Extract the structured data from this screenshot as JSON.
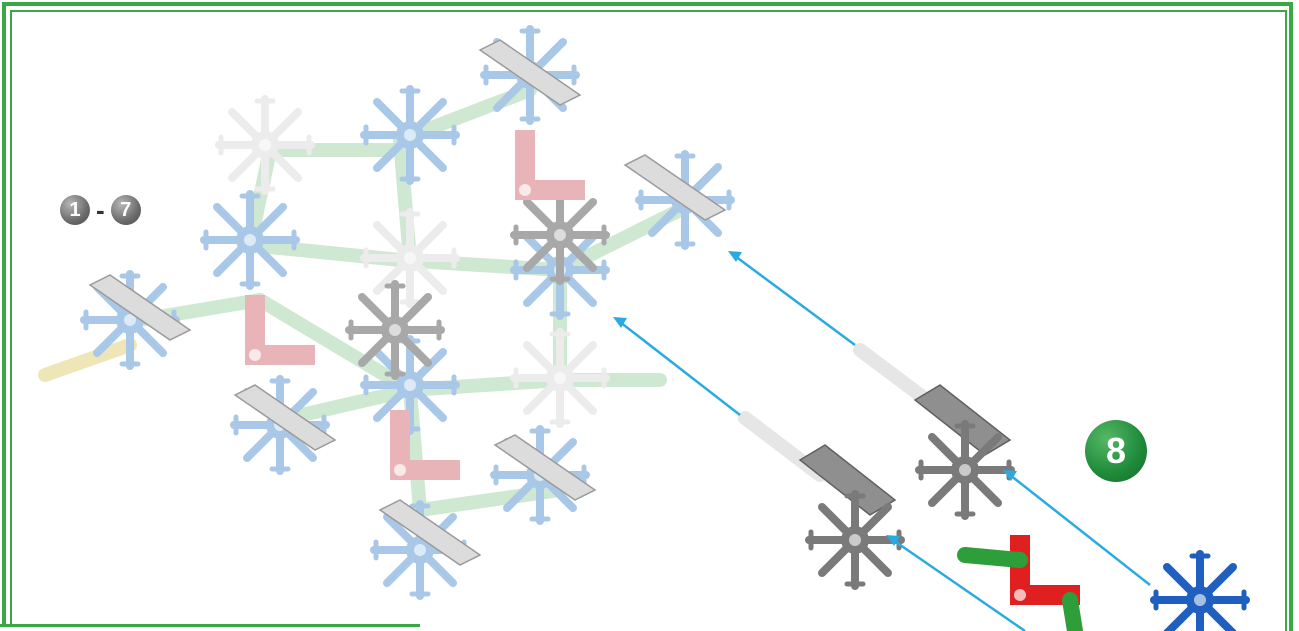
{
  "steps": {
    "range_start": "1",
    "range_separator": "-",
    "range_end": "7",
    "current_step": "8"
  },
  "colors": {
    "frame_green": "#3aa845",
    "arrow_blue": "#29abe2",
    "connector_light_blue": "#a9c8e8",
    "connector_white": "#eeeeee",
    "connector_grey": "#8f8f8f",
    "connector_pink": "#e8b4b8",
    "rod_green": "#cfe8d2",
    "rod_tan": "#efe6b8",
    "badge_green": "#1e8a3a",
    "badge_grey": "#6b6b6b"
  }
}
